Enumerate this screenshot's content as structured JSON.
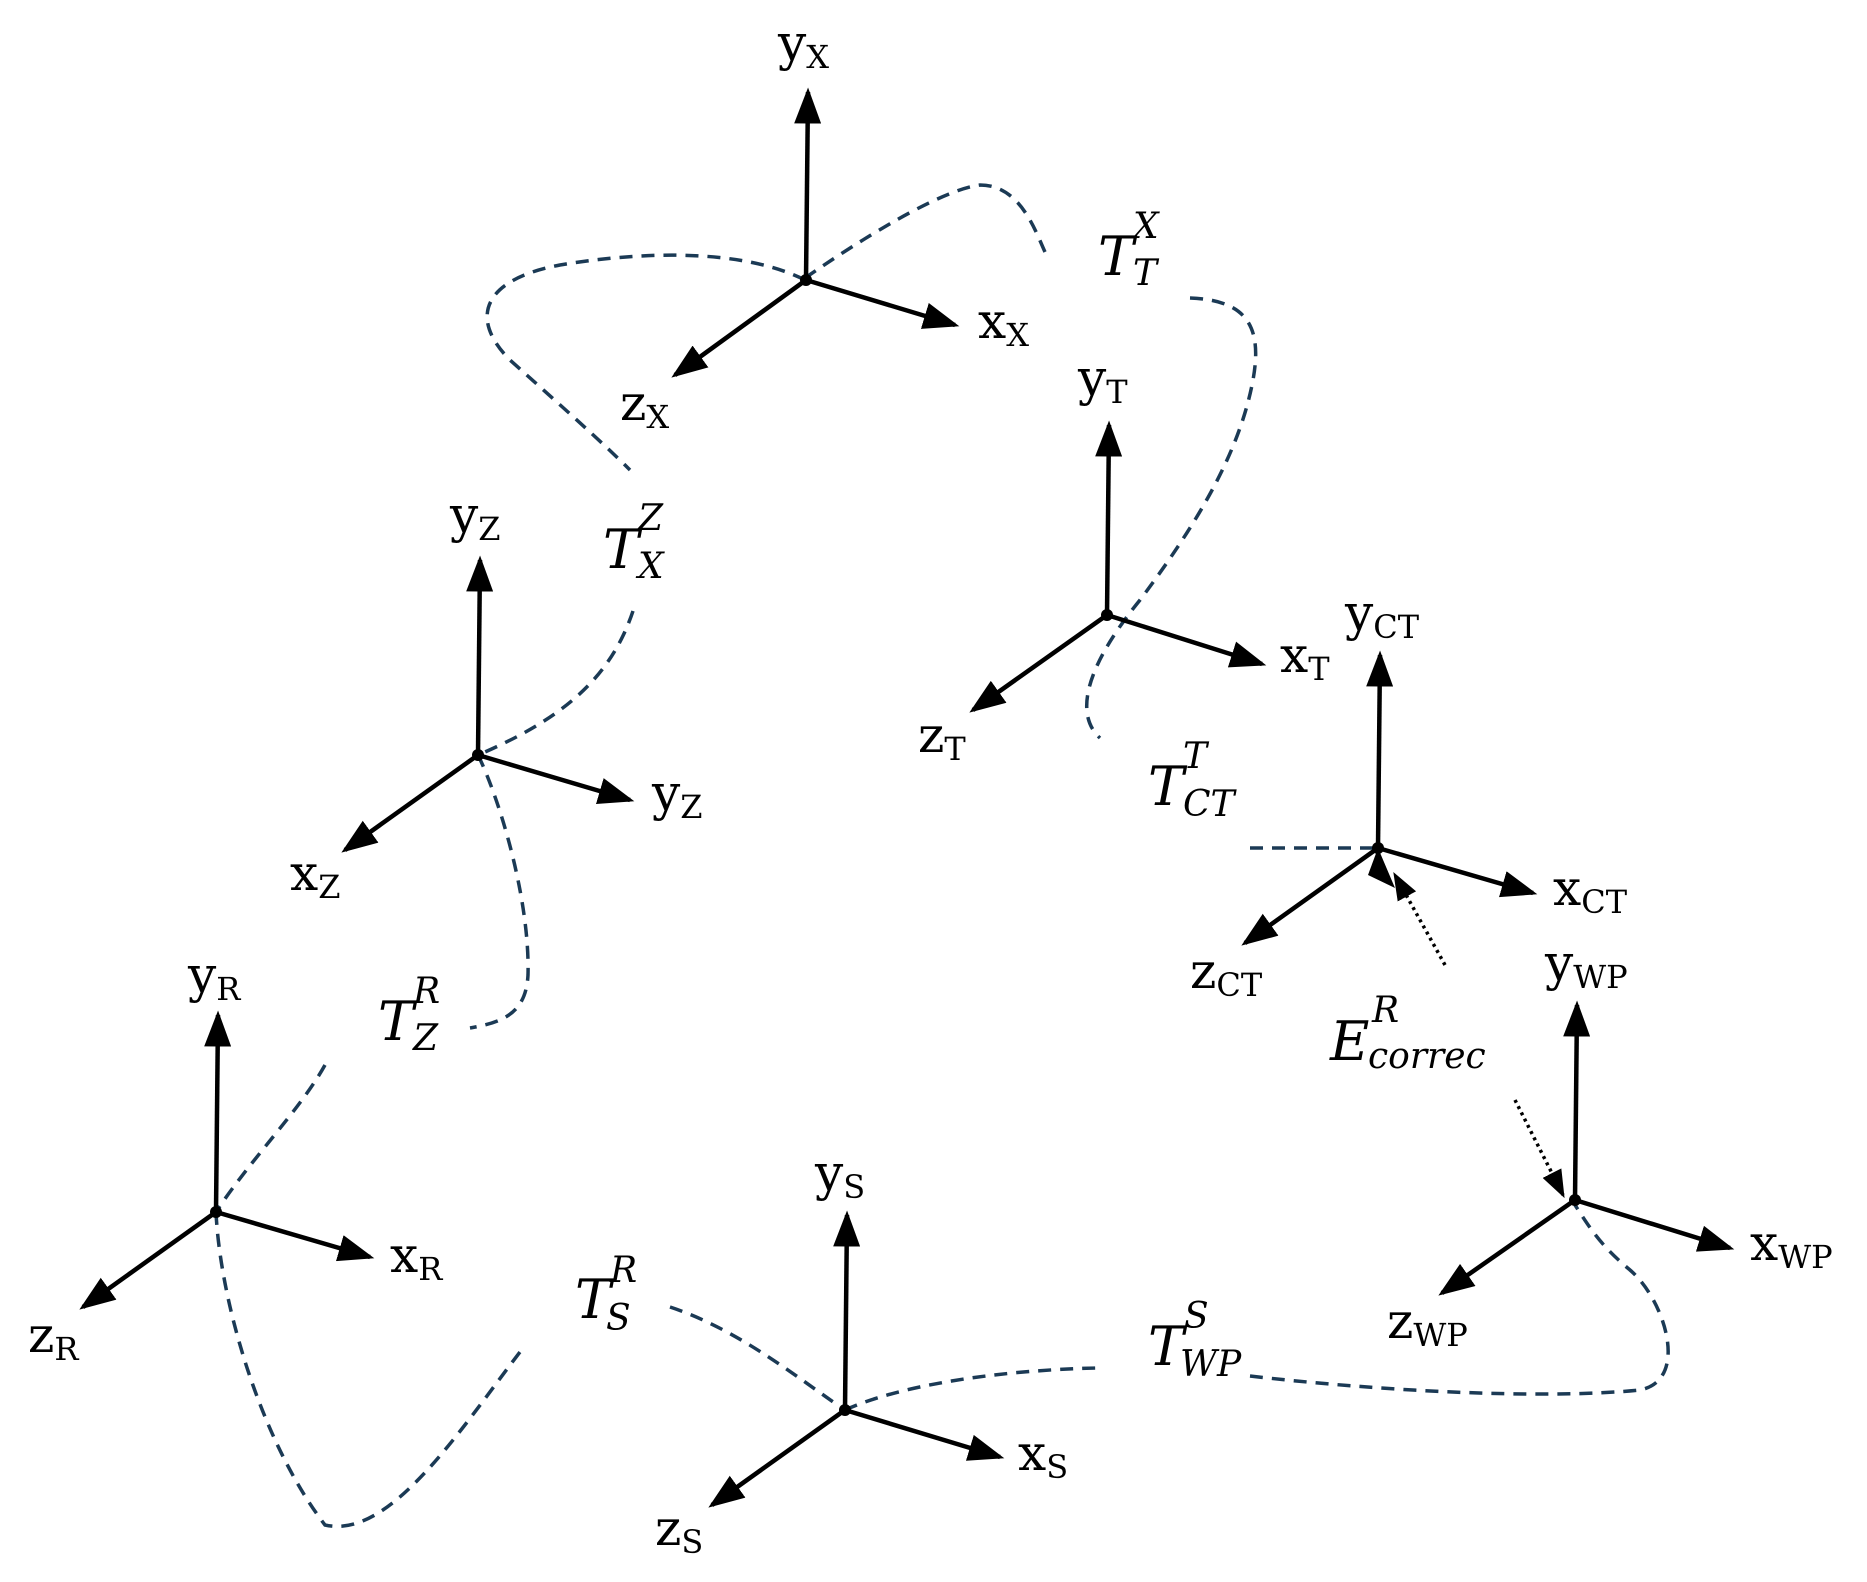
{
  "frames": [
    {
      "id": "X",
      "labels": [
        {
          "base": "y",
          "sub": "X"
        },
        {
          "base": "x",
          "sub": "X"
        },
        {
          "base": "z",
          "sub": "X"
        }
      ]
    },
    {
      "id": "T",
      "labels": [
        {
          "base": "y",
          "sub": "T"
        },
        {
          "base": "x",
          "sub": "T"
        },
        {
          "base": "z",
          "sub": "T"
        }
      ]
    },
    {
      "id": "Z",
      "labels": [
        {
          "base": "y",
          "sub": "Z"
        },
        {
          "base": "y",
          "sub": "Z"
        },
        {
          "base": "x",
          "sub": "Z"
        }
      ]
    },
    {
      "id": "CT",
      "labels": [
        {
          "base": "y",
          "sub": "CT"
        },
        {
          "base": "x",
          "sub": "CT"
        },
        {
          "base": "z",
          "sub": "CT"
        }
      ]
    },
    {
      "id": "R",
      "labels": [
        {
          "base": "y",
          "sub": "R"
        },
        {
          "base": "x",
          "sub": "R"
        },
        {
          "base": "z",
          "sub": "R"
        }
      ]
    },
    {
      "id": "WP",
      "labels": [
        {
          "base": "y",
          "sub": "WP"
        },
        {
          "base": "x",
          "sub": "WP"
        },
        {
          "base": "z",
          "sub": "WP"
        }
      ]
    },
    {
      "id": "S",
      "labels": [
        {
          "base": "y",
          "sub": "S"
        },
        {
          "base": "x",
          "sub": "S"
        },
        {
          "base": "z",
          "sub": "S"
        }
      ]
    }
  ],
  "transforms": [
    {
      "id": "T_T_X",
      "base": "T",
      "sup": "X",
      "sub": "T"
    },
    {
      "id": "T_X_Z",
      "base": "T",
      "sup": "Z",
      "sub": "X"
    },
    {
      "id": "T_CT_T",
      "base": "T",
      "sup": "T",
      "sub": "CT"
    },
    {
      "id": "T_Z_R",
      "base": "T",
      "sup": "R",
      "sub": "Z"
    },
    {
      "id": "E_correc_R",
      "base": "E",
      "sup": "R",
      "sub": "correc"
    },
    {
      "id": "T_S_R",
      "base": "T",
      "sup": "R",
      "sub": "S"
    },
    {
      "id": "T_WP_S",
      "base": "T",
      "sup": "S",
      "sub": "WP"
    }
  ],
  "colors": {
    "axis": "#000000",
    "dashed_curve": "#1b3a55"
  }
}
